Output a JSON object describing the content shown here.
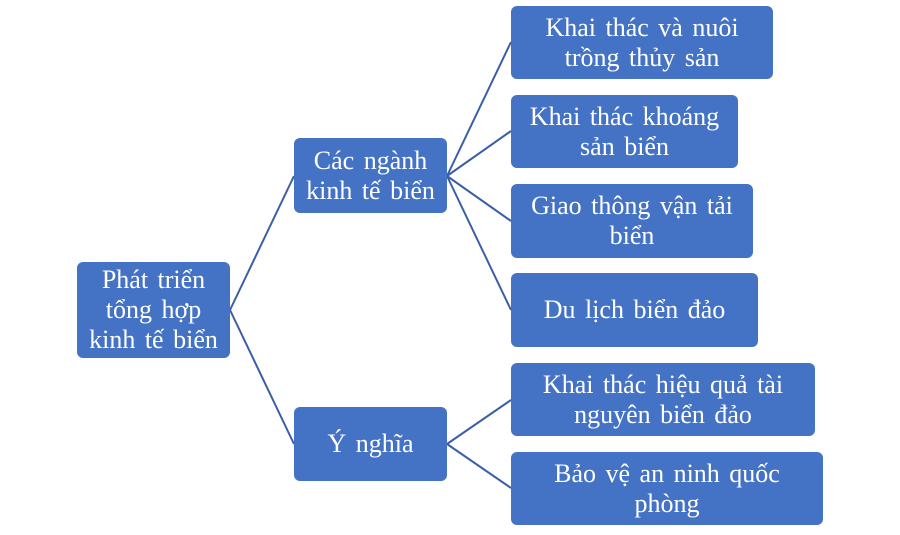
{
  "colors": {
    "box": "#4472C4",
    "line": "#3A5FA5",
    "text": "#FFFFFF"
  },
  "root": {
    "label": "Phát triển tổng hợp kinh tế biển"
  },
  "branches": [
    {
      "label": "Các ngành kinh tế biển",
      "children": [
        "Khai thác và nuôi trồng thủy sản",
        "Khai thác khoáng sản biển",
        "Giao thông vận tải biển",
        "Du lịch biển đảo"
      ]
    },
    {
      "label": "Ý nghĩa",
      "children": [
        "Khai thác hiệu quả tài nguyên biển đảo",
        "Bảo vệ an ninh quốc phòng"
      ]
    }
  ]
}
